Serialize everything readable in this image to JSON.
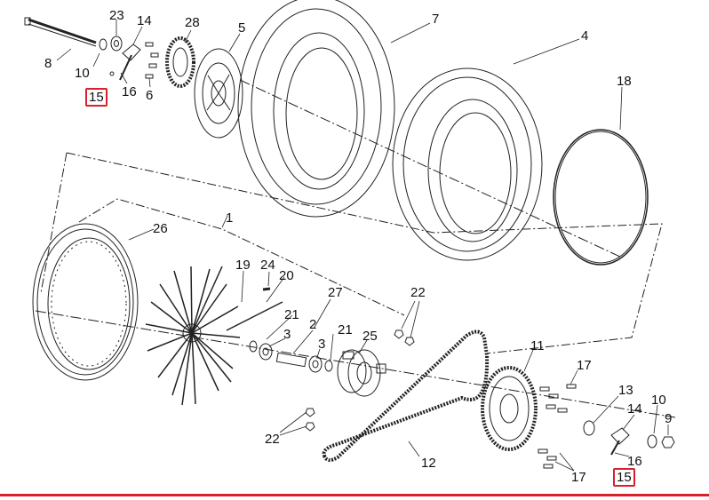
{
  "colors": {
    "line": "#222222",
    "accent": "#d9202a",
    "background": "#ffffff"
  },
  "callouts": {
    "n1": "1",
    "n2": "2",
    "n3a": "3",
    "n3b": "3",
    "n4": "4",
    "n5": "5",
    "n6": "6",
    "n7": "7",
    "n8": "8",
    "n9": "9",
    "n10a": "10",
    "n10b": "10",
    "n11": "11",
    "n12": "12",
    "n13": "13",
    "n14a": "14",
    "n14b": "14",
    "n15a": "15",
    "n15b": "15",
    "n16a": "16",
    "n16b": "16",
    "n17a": "17",
    "n17b": "17",
    "n18": "18",
    "n19": "19",
    "n20": "20",
    "n21a": "21",
    "n21b": "21",
    "n22a": "22",
    "n22b": "22",
    "n23": "23",
    "n24": "24",
    "n25": "25",
    "n26": "26",
    "n27": "27",
    "n28": "28"
  },
  "highlighted": [
    "n15a",
    "n15b"
  ]
}
